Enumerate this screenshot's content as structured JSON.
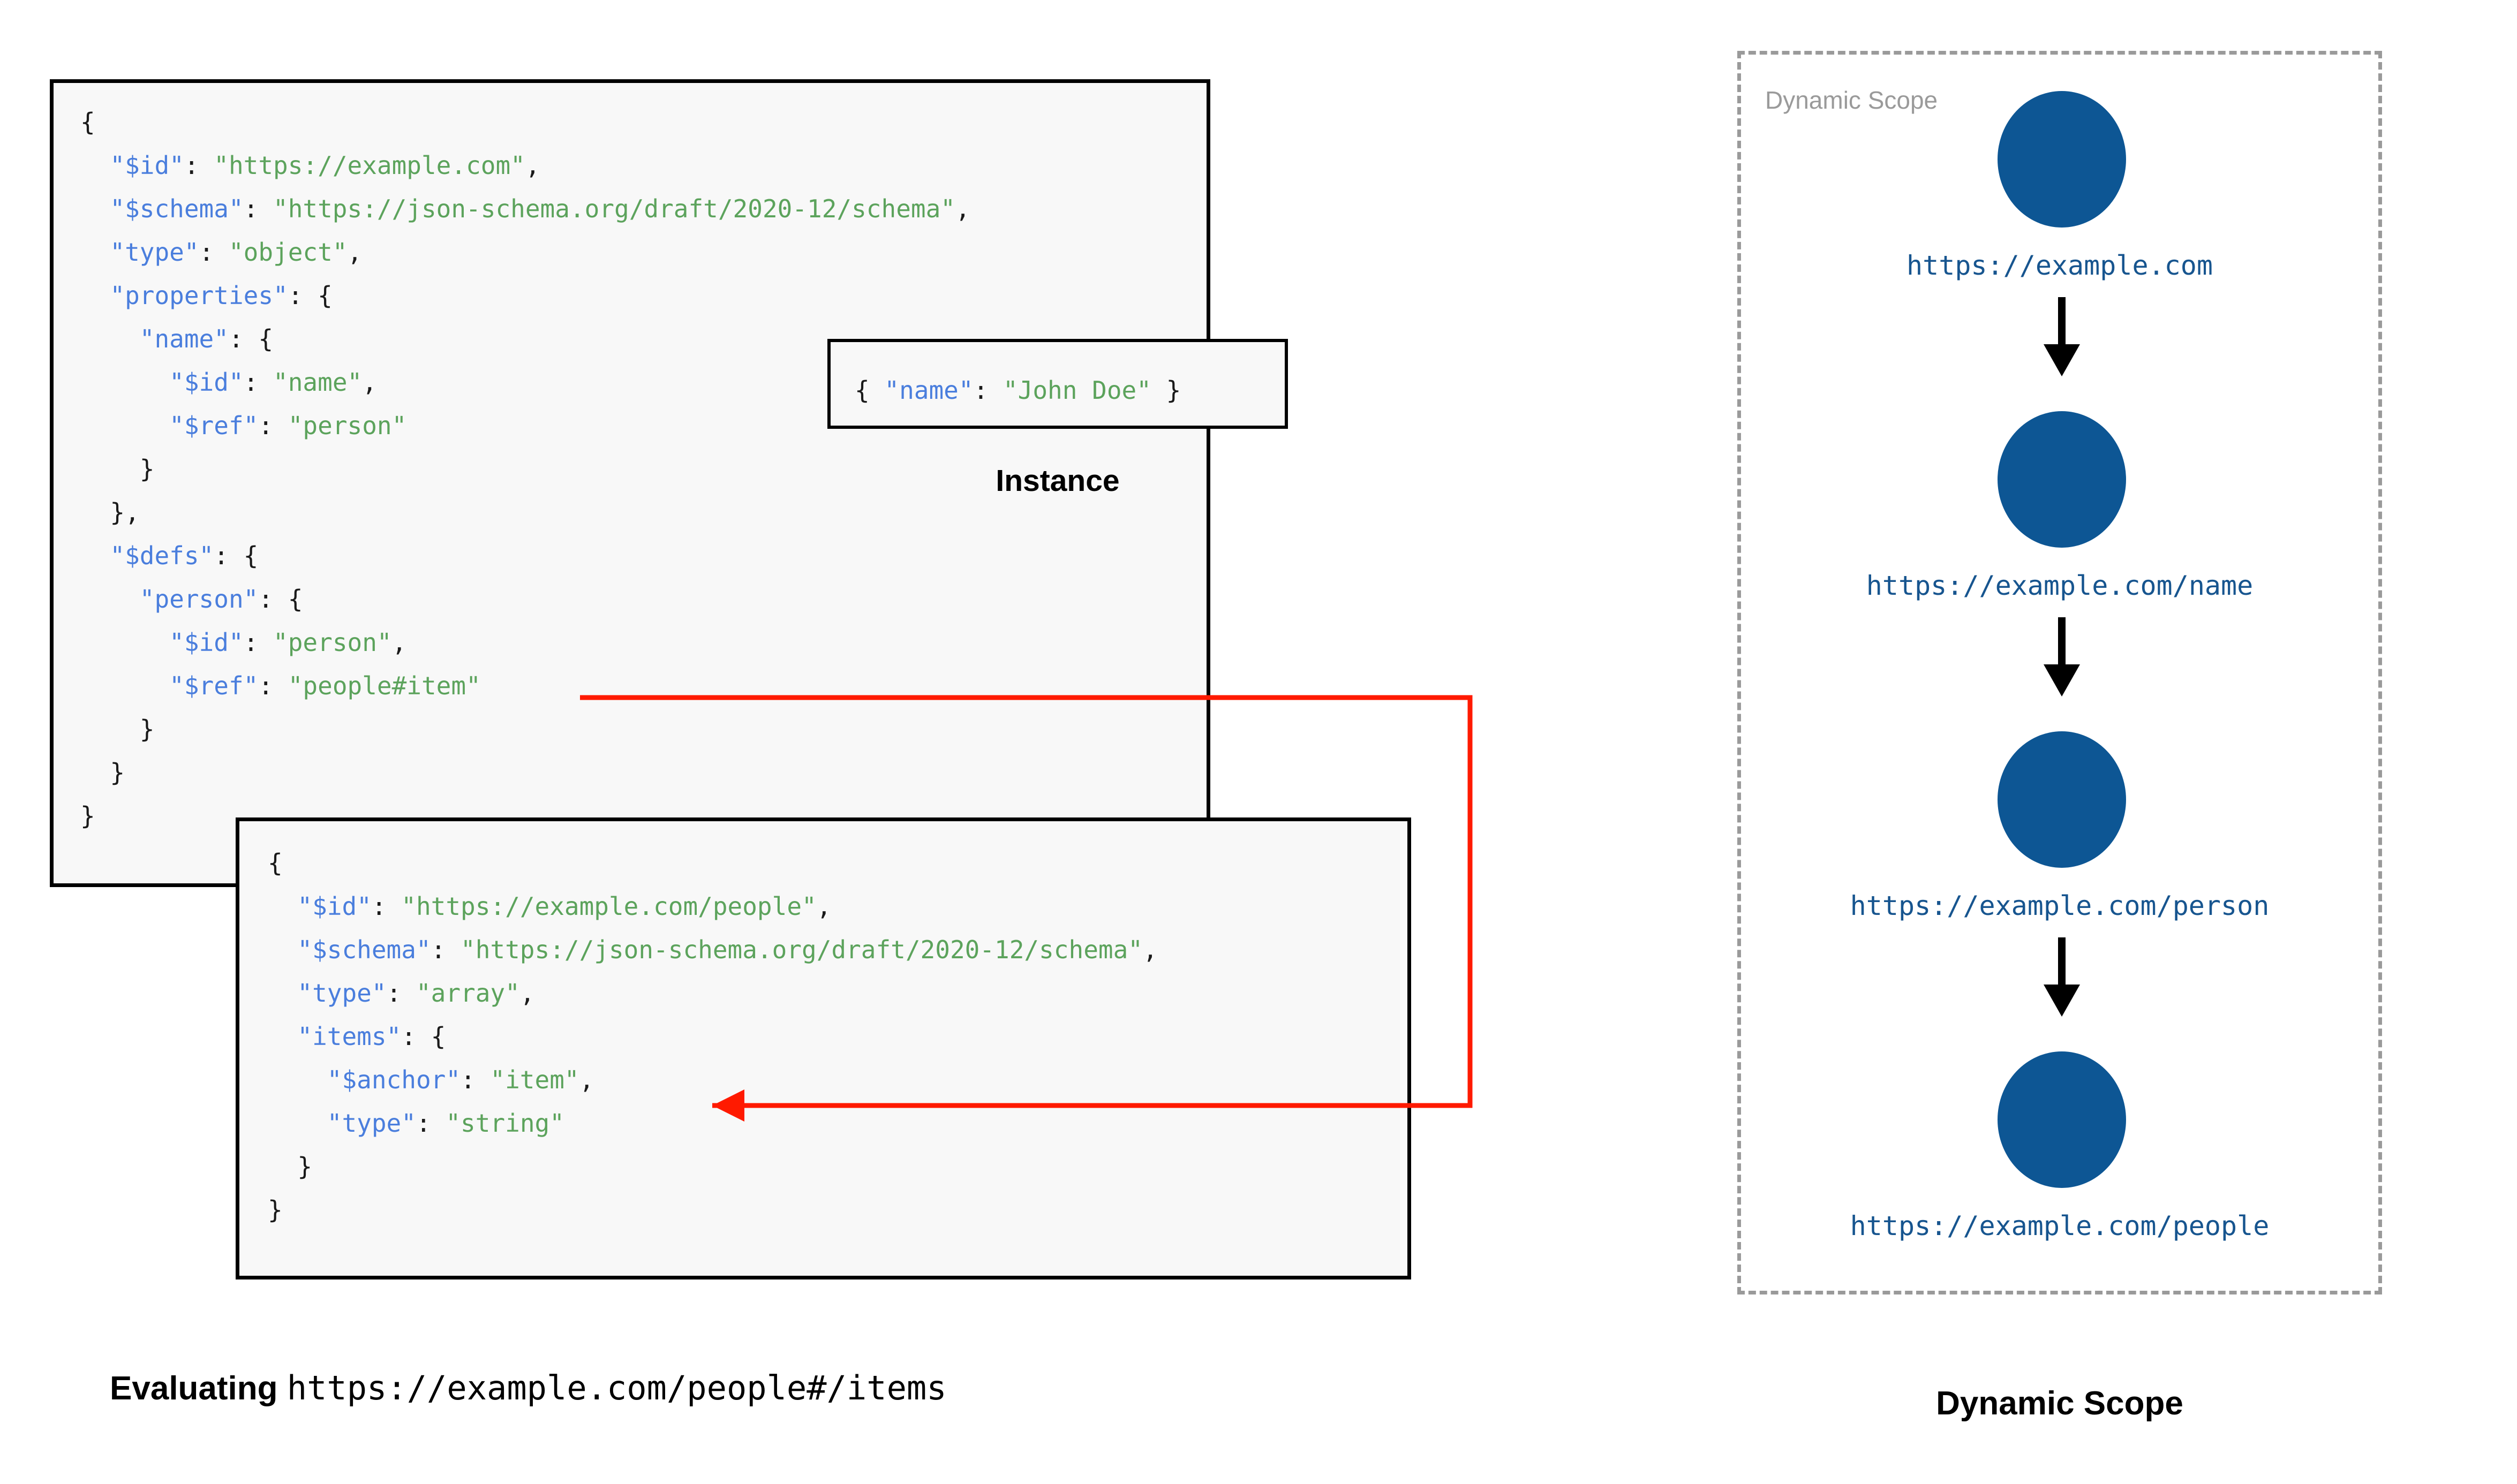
{
  "schema_box": {
    "name": "root-schema",
    "lines": [
      [
        {
          "t": "{",
          "c": "p"
        }
      ],
      [
        {
          "t": "  ",
          "c": "p"
        },
        {
          "t": "\"$id\"",
          "c": "k"
        },
        {
          "t": ": ",
          "c": "p"
        },
        {
          "t": "\"https://example.com\"",
          "c": "s"
        },
        {
          "t": ",",
          "c": "p"
        }
      ],
      [
        {
          "t": "  ",
          "c": "p"
        },
        {
          "t": "\"$schema\"",
          "c": "k"
        },
        {
          "t": ": ",
          "c": "p"
        },
        {
          "t": "\"https://json-schema.org/draft/2020-12/schema\"",
          "c": "s"
        },
        {
          "t": ",",
          "c": "p"
        }
      ],
      [
        {
          "t": "  ",
          "c": "p"
        },
        {
          "t": "\"type\"",
          "c": "k"
        },
        {
          "t": ": ",
          "c": "p"
        },
        {
          "t": "\"object\"",
          "c": "s"
        },
        {
          "t": ",",
          "c": "p"
        }
      ],
      [
        {
          "t": "  ",
          "c": "p"
        },
        {
          "t": "\"properties\"",
          "c": "k"
        },
        {
          "t": ": {",
          "c": "p"
        }
      ],
      [
        {
          "t": "    ",
          "c": "p"
        },
        {
          "t": "\"name\"",
          "c": "k"
        },
        {
          "t": ": {",
          "c": "p"
        }
      ],
      [
        {
          "t": "      ",
          "c": "p"
        },
        {
          "t": "\"$id\"",
          "c": "k"
        },
        {
          "t": ": ",
          "c": "p"
        },
        {
          "t": "\"name\"",
          "c": "s"
        },
        {
          "t": ",",
          "c": "p"
        }
      ],
      [
        {
          "t": "      ",
          "c": "p"
        },
        {
          "t": "\"$ref\"",
          "c": "k"
        },
        {
          "t": ": ",
          "c": "p"
        },
        {
          "t": "\"person\"",
          "c": "s"
        }
      ],
      [
        {
          "t": "    }",
          "c": "p"
        }
      ],
      [
        {
          "t": "  },",
          "c": "p"
        }
      ],
      [
        {
          "t": "  ",
          "c": "p"
        },
        {
          "t": "\"$defs\"",
          "c": "k"
        },
        {
          "t": ": {",
          "c": "p"
        }
      ],
      [
        {
          "t": "    ",
          "c": "p"
        },
        {
          "t": "\"person\"",
          "c": "k"
        },
        {
          "t": ": {",
          "c": "p"
        }
      ],
      [
        {
          "t": "      ",
          "c": "p"
        },
        {
          "t": "\"$id\"",
          "c": "k"
        },
        {
          "t": ": ",
          "c": "p"
        },
        {
          "t": "\"person\"",
          "c": "s"
        },
        {
          "t": ",",
          "c": "p"
        }
      ],
      [
        {
          "t": "      ",
          "c": "p"
        },
        {
          "t": "\"$ref\"",
          "c": "k"
        },
        {
          "t": ": ",
          "c": "p"
        },
        {
          "t": "\"people#item\"",
          "c": "s"
        }
      ],
      [
        {
          "t": "    }",
          "c": "p"
        }
      ],
      [
        {
          "t": "  }",
          "c": "p"
        }
      ],
      [
        {
          "t": "}",
          "c": "p"
        }
      ]
    ]
  },
  "people_box": {
    "name": "people-schema",
    "lines": [
      [
        {
          "t": "{",
          "c": "p"
        }
      ],
      [
        {
          "t": "  ",
          "c": "p"
        },
        {
          "t": "\"$id\"",
          "c": "k"
        },
        {
          "t": ": ",
          "c": "p"
        },
        {
          "t": "\"https://example.com/people\"",
          "c": "s"
        },
        {
          "t": ",",
          "c": "p"
        }
      ],
      [
        {
          "t": "  ",
          "c": "p"
        },
        {
          "t": "\"$schema\"",
          "c": "k"
        },
        {
          "t": ": ",
          "c": "p"
        },
        {
          "t": "\"https://json-schema.org/draft/2020-12/schema\"",
          "c": "s"
        },
        {
          "t": ",",
          "c": "p"
        }
      ],
      [
        {
          "t": "  ",
          "c": "p"
        },
        {
          "t": "\"type\"",
          "c": "k"
        },
        {
          "t": ": ",
          "c": "p"
        },
        {
          "t": "\"array\"",
          "c": "s"
        },
        {
          "t": ",",
          "c": "p"
        }
      ],
      [
        {
          "t": "  ",
          "c": "p"
        },
        {
          "t": "\"items\"",
          "c": "k"
        },
        {
          "t": ": {",
          "c": "p"
        }
      ],
      [
        {
          "t": "    ",
          "c": "p"
        },
        {
          "t": "\"$anchor\"",
          "c": "k"
        },
        {
          "t": ": ",
          "c": "p"
        },
        {
          "t": "\"item\"",
          "c": "s"
        },
        {
          "t": ",",
          "c": "p"
        }
      ],
      [
        {
          "t": "    ",
          "c": "p"
        },
        {
          "t": "\"type\"",
          "c": "k"
        },
        {
          "t": ": ",
          "c": "p"
        },
        {
          "t": "\"string\"",
          "c": "s"
        }
      ],
      [
        {
          "t": "  }",
          "c": "p"
        }
      ],
      [
        {
          "t": "}",
          "c": "p"
        }
      ]
    ]
  },
  "instance": {
    "label": "Instance",
    "lines": [
      [
        {
          "t": "{ ",
          "c": "p"
        },
        {
          "t": "\"name\"",
          "c": "k"
        },
        {
          "t": ": ",
          "c": "p"
        },
        {
          "t": "\"John Doe\"",
          "c": "s"
        },
        {
          "t": " }",
          "c": "p"
        }
      ]
    ]
  },
  "captions": {
    "evaluating_prefix": "Evaluating ",
    "evaluating_uri": "https://example.com/people#/items",
    "dynamic_scope": "Dynamic Scope"
  },
  "dynamic_scope": {
    "panel_label": "Dynamic Scope",
    "nodes": [
      {
        "label": "https://example.com"
      },
      {
        "label": "https://example.com/name"
      },
      {
        "label": "https://example.com/person"
      },
      {
        "label": "https://example.com/people"
      }
    ]
  },
  "colors": {
    "node_fill": "#0D5694",
    "node_label": "#17558F",
    "json_key": "#4A7EDD",
    "json_string": "#5CA35C",
    "ref_arrow": "#FF1A00",
    "scope_border": "#9A9A9A",
    "box_border": "#000000",
    "box_fill": "#F8F8F8"
  }
}
